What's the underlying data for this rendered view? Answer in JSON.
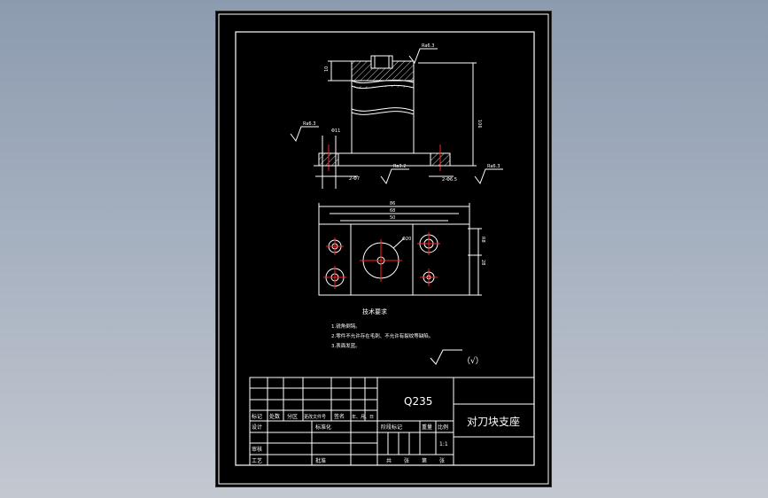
{
  "drawing": {
    "part_title": "对刀块支座",
    "material": "Q235",
    "scale": "1:1",
    "section_title": "技术要求",
    "requirements": [
      "1.锐角倒钝。",
      "2.零件不允许存在毛刺、不允许有裂纹等缺陷。",
      "3.表面发蓝。"
    ],
    "roughness_note": "（√）",
    "title_block": {
      "mark": "标记",
      "count": "处数",
      "zone": "分区",
      "change_doc": "更改文件号",
      "signature": "签名",
      "date": "年、月、日",
      "design": "设计",
      "standardize": "标准化",
      "review": "审核",
      "process": "工艺",
      "approve": "批准",
      "stage_mark": "阶段标记",
      "weight": "重量",
      "ratio": "比例",
      "total": "共",
      "sheets": "张",
      "page": "第"
    },
    "dims": {
      "top_right_roughness": "Ra6.3",
      "left_roughness": "Ra6.3",
      "bottom_roughness": "Ra3.2",
      "right_roughness": "Ra6.3",
      "height": "106",
      "holes_left": "2-Φ7",
      "holes_right": "2-Φ6.5",
      "bore": "Φ11",
      "width_total": "86",
      "width_mid": "68",
      "width_inner": "50",
      "center_hole": "Φ20",
      "vert_a": "R8",
      "vert_b": "28",
      "top_small": "10"
    }
  }
}
